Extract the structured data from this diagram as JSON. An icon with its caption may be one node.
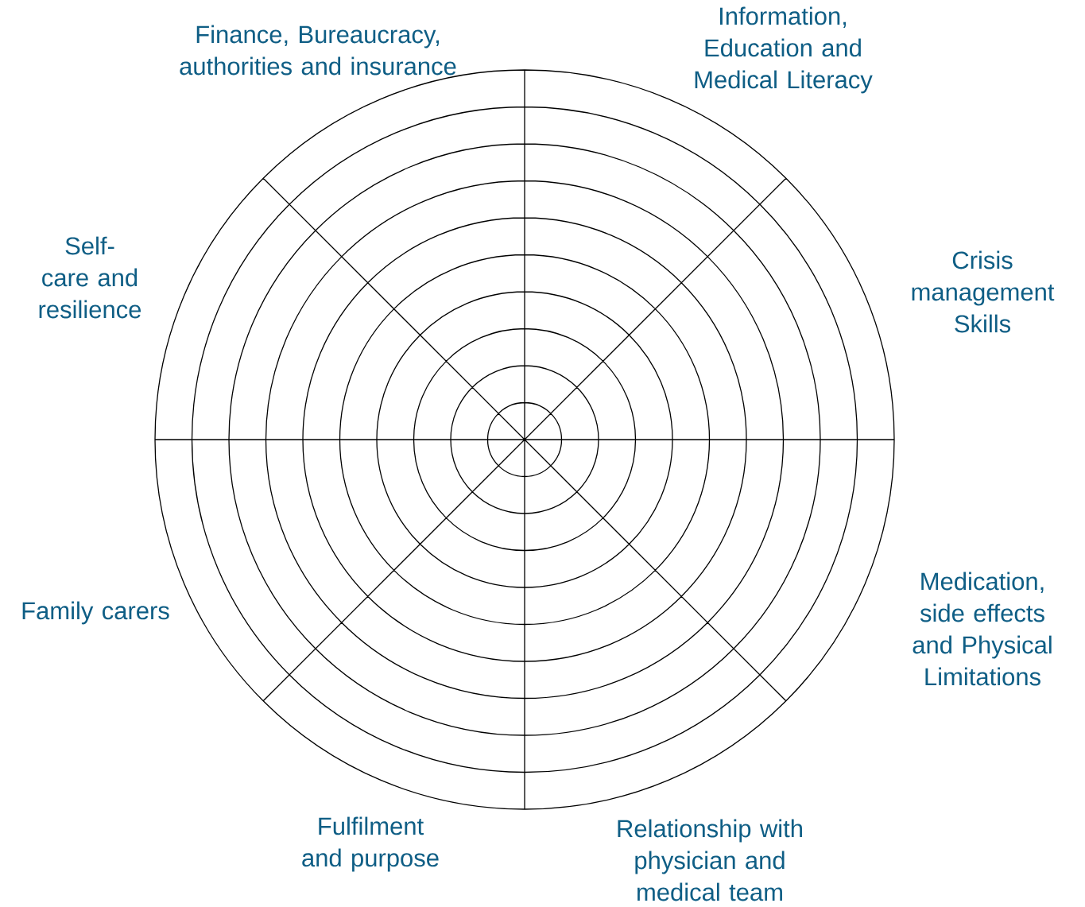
{
  "diagram": {
    "labels": [
      "Finance, Bureaucracy, authorities and insurance",
      "Information, Education and Medical Literacy",
      "Self-care and resilience",
      "Crisis management Skills",
      "Medication, side effects and Physical Limitations",
      "Family carers",
      "Fulfilment and purpose",
      "Relationship with physician and medical team"
    ]
  }
}
